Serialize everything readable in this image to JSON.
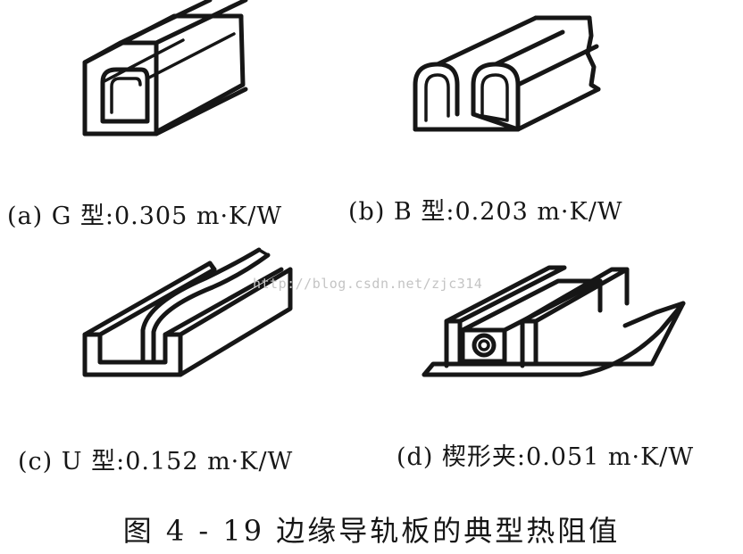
{
  "watermark": "http://blog.csdn.net/zjc314",
  "panels": [
    {
      "caption": "(a) G 型:0.305 m·K/W"
    },
    {
      "caption": "(b) B 型:0.203 m·K/W"
    },
    {
      "caption": "(c) U 型:0.152 m·K/W"
    },
    {
      "caption": "(d) 楔形夹:0.051 m·K/W"
    }
  ],
  "figure_title": "图 4 - 19   边缘导轨板的典型热阻值"
}
